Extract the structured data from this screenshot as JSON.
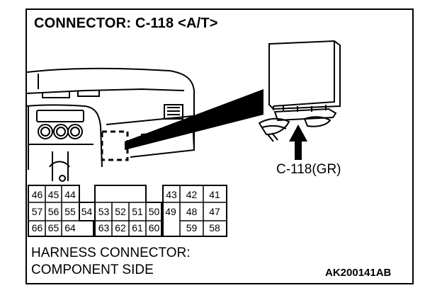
{
  "title": "CONNECTOR: C-118 <A/T>",
  "callout": "C-118(GR)",
  "harness_line1": "HARNESS CONNECTOR:",
  "harness_line2": "COMPONENT SIDE",
  "figure_code": "AK200141AB",
  "pins": {
    "row1": [
      "46",
      "45",
      "44",
      "43",
      "42",
      "41"
    ],
    "row2": [
      "57",
      "56",
      "55",
      "54",
      "53",
      "52",
      "51",
      "50",
      "49",
      "48",
      "47"
    ],
    "row3": [
      "66",
      "65",
      "64",
      "63",
      "62",
      "61",
      "60",
      "59",
      "58"
    ]
  }
}
